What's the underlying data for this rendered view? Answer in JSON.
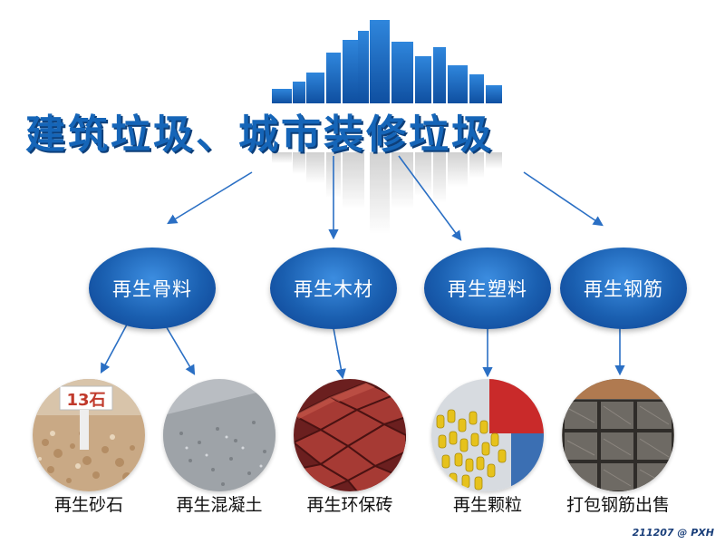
{
  "title": "建筑垃圾、城市装修垃圾",
  "products": [
    {
      "label": "再生骨料"
    },
    {
      "label": "再生木材"
    },
    {
      "label": "再生塑料"
    },
    {
      "label": "再生钢筋"
    }
  ],
  "outputs": [
    {
      "label": "再生砂石",
      "sign_text": "13石"
    },
    {
      "label": "再生混凝土"
    },
    {
      "label": "再生环保砖"
    },
    {
      "label": "再生颗粒"
    },
    {
      "label": "打包钢筋出售"
    }
  ],
  "credit": "211207 @ PXH",
  "colors": {
    "accent": "#1565b8",
    "oval": "#1a5fb0",
    "arrow": "#2a6fc4"
  }
}
